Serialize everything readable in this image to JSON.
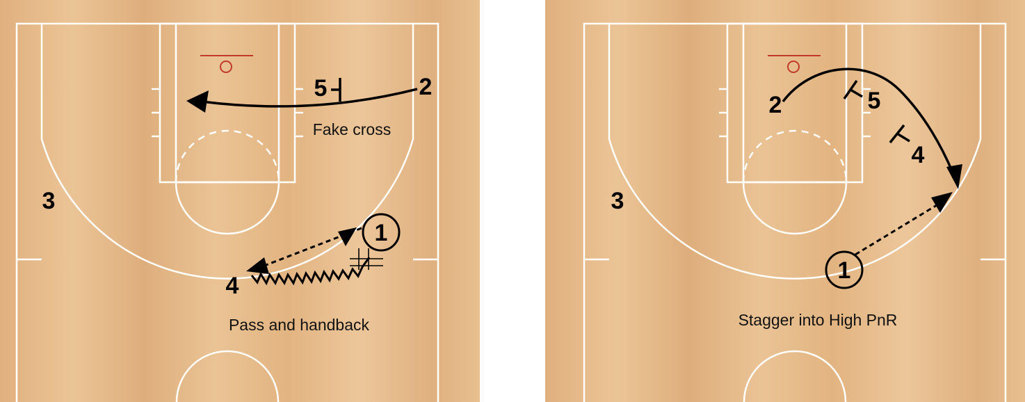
{
  "colors": {
    "court_wood": "#e3b585",
    "court_wood_light": "#ecc69a",
    "court_lines": "#ffffff",
    "rim": "#c0392b",
    "ink": "#000000"
  },
  "diagrams": [
    {
      "players": {
        "p1": "1",
        "p2": "2",
        "p3": "3",
        "p4": "4",
        "p5": "5"
      },
      "caption_top": "Fake cross",
      "caption_bottom": "Pass and handback",
      "actions": [
        "cut",
        "screen",
        "pass",
        "dribble-handoff",
        "pass"
      ]
    },
    {
      "players": {
        "p1": "1",
        "p2": "2",
        "p3": "3",
        "p4": "4",
        "p5": "5"
      },
      "caption": "Stagger into High PnR",
      "actions": [
        "cut",
        "stagger-screen",
        "pass"
      ]
    }
  ]
}
